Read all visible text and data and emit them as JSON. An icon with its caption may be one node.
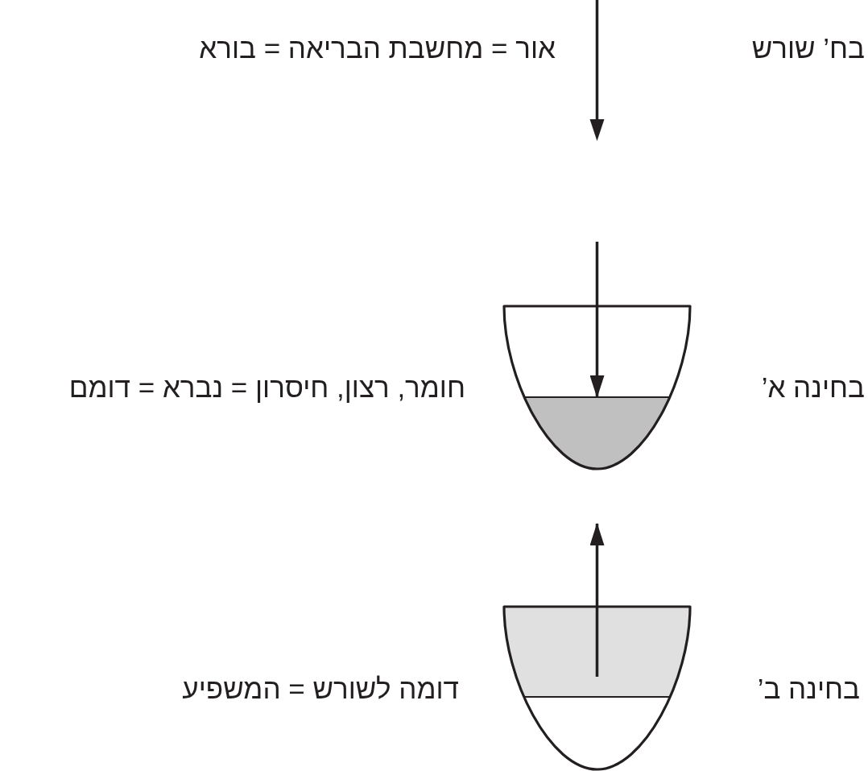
{
  "diagram": {
    "nodes": [
      {
        "text": [],
        "shape": "bowl"
      },
      {
        "text": [],
        "shape": "bowl"
      }
    ],
    "edges": [
      {
        "from": null,
        "to": 0,
        "arrow": "to"
      },
      {
        "from": 1,
        "to": null,
        "arrow": "to"
      }
    ],
    "labels": [
      "בח’ שורש",
      "אור = מחשבת הבריאה = בורא",
      "בחינה א’",
      "חומר, רצון, חיסרון = נברא = דומם",
      "בחינה ב’",
      "דומה לשורש = המשפיע"
    ]
  }
}
